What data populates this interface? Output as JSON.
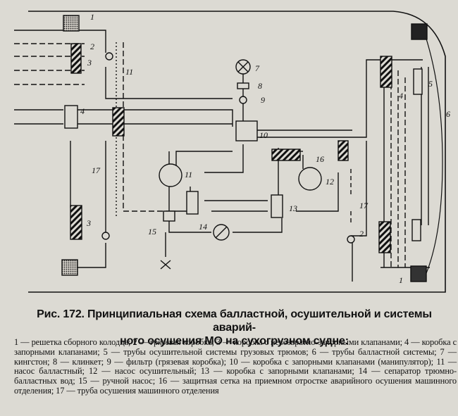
{
  "figure": {
    "title": "Рис. 172. Принципиальная схема балластной, осушительной и системы аварий-\nного осушения МО на сухогрузном судне:",
    "legend": "1 — решетка сборного колодца; 2 — грязевая коробка; 3 — коробка с невозвратно-запорными клапанами; 4 — коробка с запорными клапанами; 5 — трубы осушительной системы грузовых трюмов; 6 — трубы балластной системы; 7 — кингстон; 8 — клинкет; 9 — фильтр (грязевая коробка); 10 — коробка с запорными клапанами (манипулятор); 11 — насос балластный; 12 — насос осушительный; 13 — коробка с запорными клапанами; 14 — сепаратор трюмно-балластных вод; 15 — ручной насос; 16 — защитная сетка на приемном отростке аварийного осушения машинного отделения; 17 — труба осушения машинного отделения",
    "labels": {
      "n1a": "1",
      "n1b": "1",
      "n2a": "2",
      "n2b": "2",
      "n3a": "3",
      "n3b": "3",
      "n4a": "4",
      "n4b": "4",
      "n5": "5",
      "n6": "6",
      "n7": "7",
      "n8": "8",
      "n9": "9",
      "n10": "10",
      "n11a": "11",
      "n11b": "11",
      "n12": "12",
      "n13": "13",
      "n14": "14",
      "n15": "15",
      "n16": "16",
      "n17a": "17",
      "n17b": "17"
    }
  },
  "colors": {
    "ink": "#111111",
    "paper": "#dcdad3"
  }
}
